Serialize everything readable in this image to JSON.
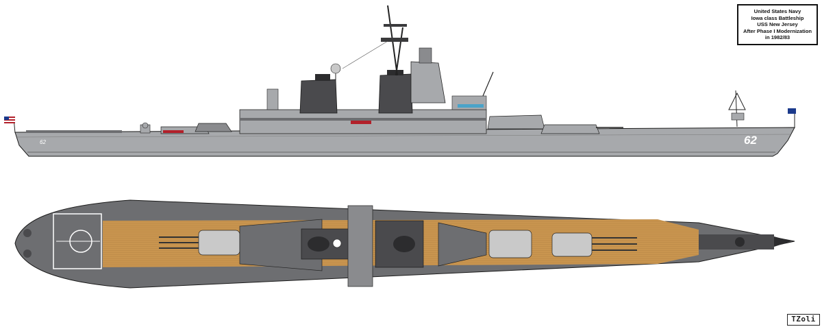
{
  "title_block": {
    "line1": "United States Navy",
    "line2": "Iowa class Battleship",
    "line3": "USS New Jersey",
    "line4": "After Phase I Modernization",
    "line5": "in 1982/83"
  },
  "hull_number_bow": "62",
  "hull_number_stern": "62",
  "signature": "TZoli",
  "colors": {
    "hull_gray": "#a7a9ac",
    "dark_gray": "#4a4a4d",
    "deck_gray": "#6d6e71",
    "teak": "#c9954f",
    "flag_jack": "#1b3a8c",
    "boot_red": "#b2202a",
    "window_blue": "#4aa3c9"
  },
  "icons": {
    "ensign": "us-flag-icon",
    "jack": "union-jack-icon",
    "signature": "artist-signature"
  }
}
